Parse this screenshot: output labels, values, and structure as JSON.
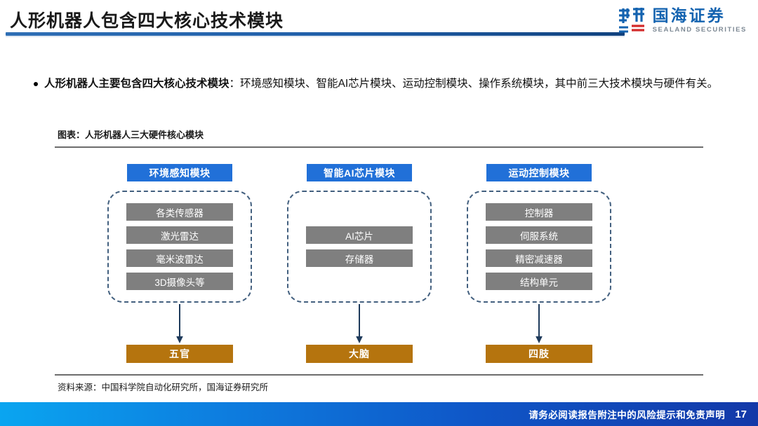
{
  "header": {
    "title": "人形机器人包含四大核心技术模块",
    "accent_color": "#1f5ea8",
    "logo": {
      "mark_name": "sealand-logo-mark",
      "cn": "国海证券",
      "en": "SEALAND SECURITIES",
      "cn_color": "#1463b0",
      "en_color": "#7d8994"
    }
  },
  "body": {
    "bullet": {
      "marker": "●",
      "lead": "人形机器人主要包含四大核心技术模块",
      "rest": "：环境感知模块、智能AI芯片模块、运动控制模块、操作系统模块，其中前三大技术模块与硬件有关。"
    }
  },
  "figure": {
    "caption": "图表：人形机器人三大硬件核心模块",
    "source": "资料来源：中国科学院自动化研究所，国海证券研究所",
    "title_color": "#2170d8",
    "item_color": "#7f7f7f",
    "outcome_color": "#b5740e",
    "dash_color": "#43607f",
    "arrow_color": "#1f3b5c",
    "columns": [
      {
        "title": "环境感知模块",
        "items": [
          "各类传感器",
          "激光雷达",
          "毫米波雷达",
          "3D摄像头等"
        ],
        "outcome": "五官"
      },
      {
        "title": "智能AI芯片模块",
        "items": [
          "AI芯片",
          "存储器"
        ],
        "outcome": "大脑"
      },
      {
        "title": "运动控制模块",
        "items": [
          "控制器",
          "伺服系统",
          "精密减速器",
          "结构单元"
        ],
        "outcome": "四肢"
      }
    ]
  },
  "footer": {
    "note": "请务必阅读报告附注中的风险提示和免责声明",
    "page": "17"
  }
}
